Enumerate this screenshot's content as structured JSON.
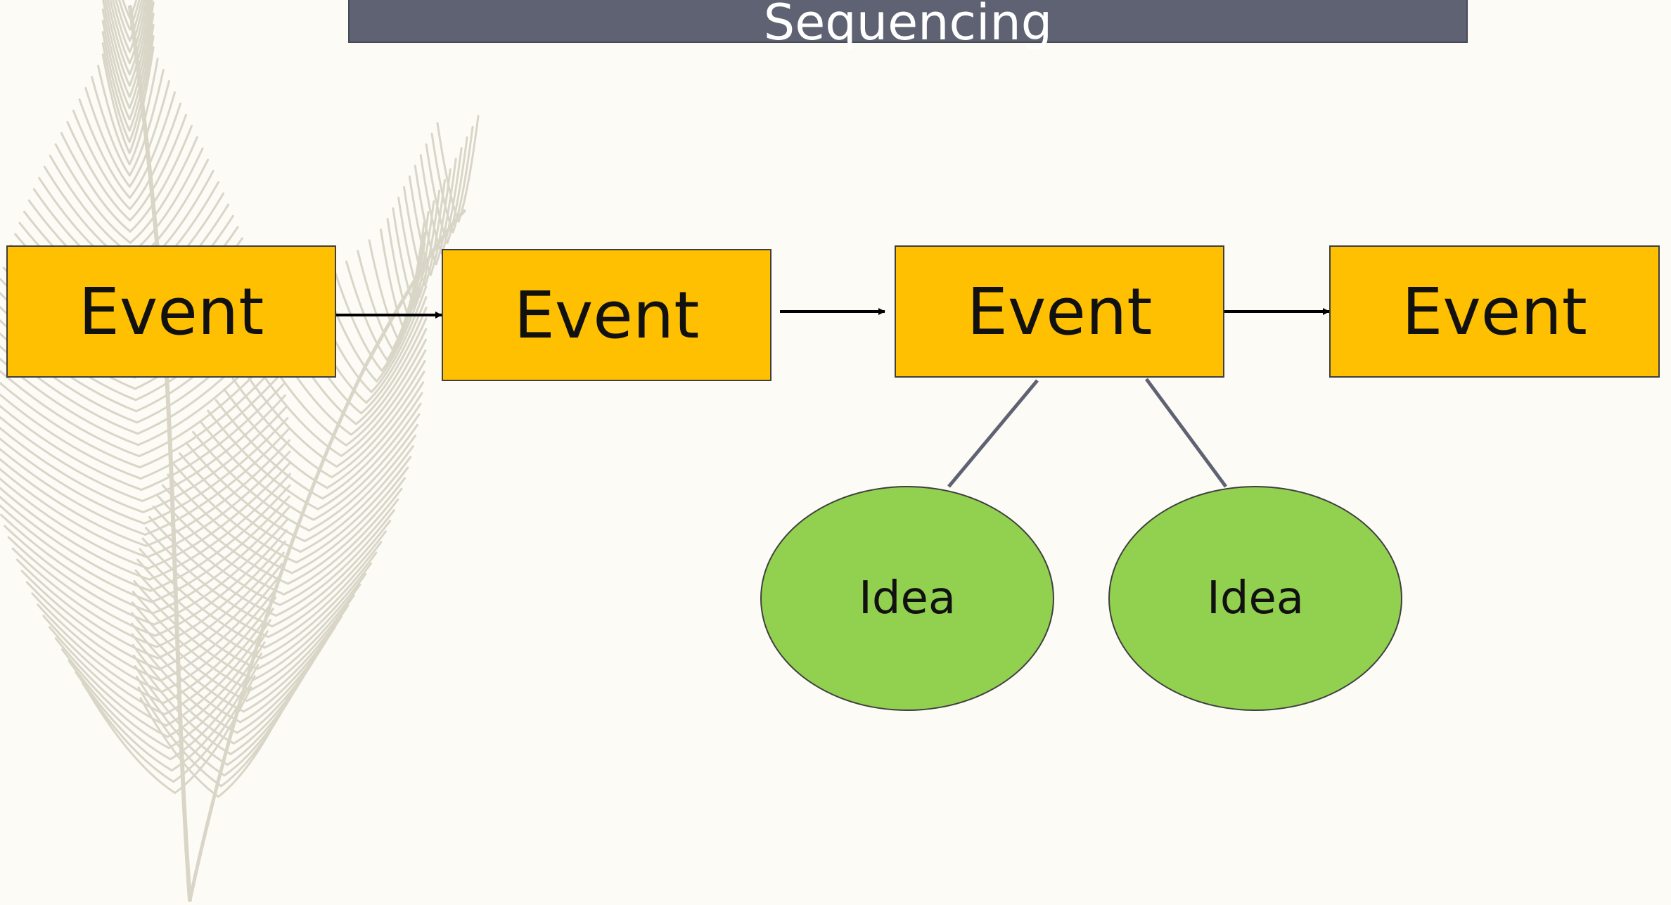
{
  "slide": {
    "title": "Sequencing",
    "background_color": "#fcfbf6",
    "title_bar_color": "#5f6272"
  },
  "diagram": {
    "events": [
      {
        "label": "Event"
      },
      {
        "label": "Event"
      },
      {
        "label": "Event"
      },
      {
        "label": "Event"
      }
    ],
    "ideas": [
      {
        "label": "Idea"
      },
      {
        "label": "Idea"
      }
    ],
    "event_color": "#fec000",
    "idea_color": "#92d050",
    "arrow_color": "#000000",
    "link_color": "#5f6272"
  },
  "decoration": {
    "icon": "feather-icon"
  }
}
